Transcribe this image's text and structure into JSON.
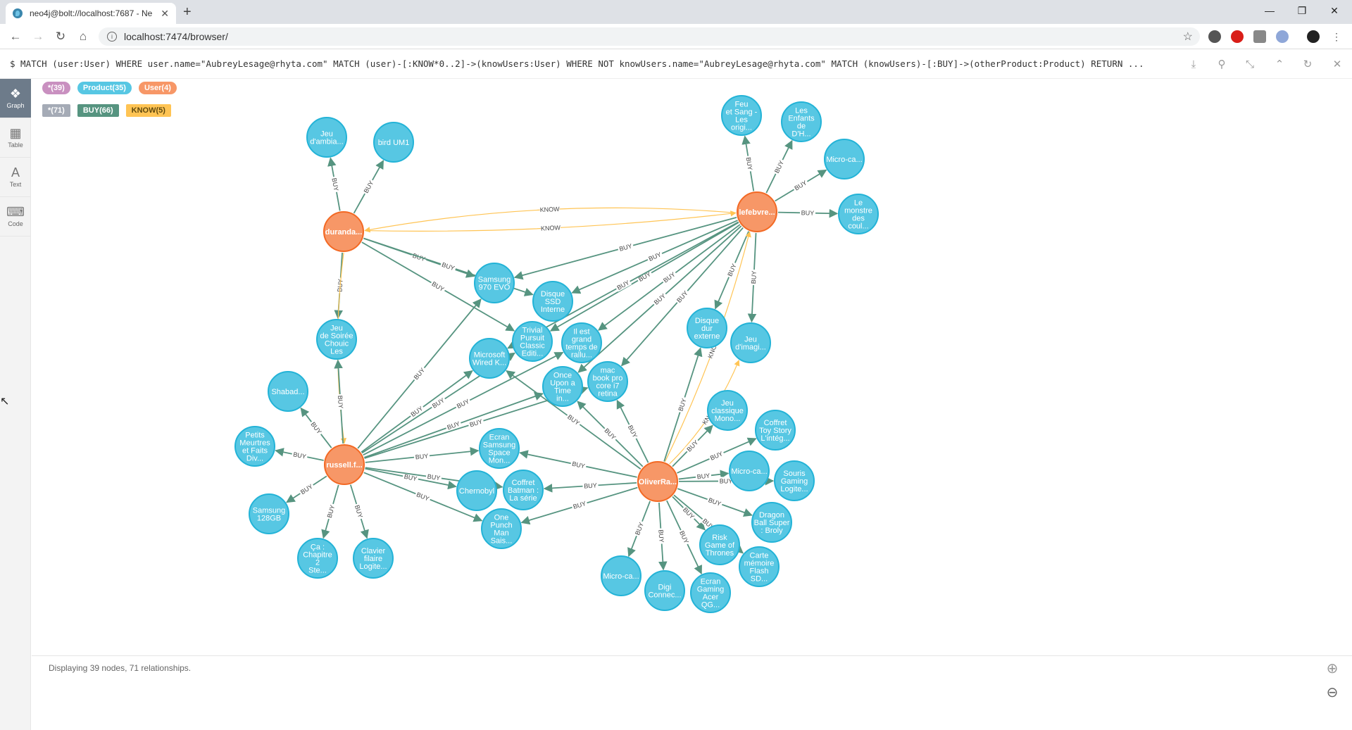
{
  "browser": {
    "tab_title": "neo4j@bolt://localhost:7687 - Ne",
    "url": "localhost:7474/browser/"
  },
  "query": "$ MATCH (user:User) WHERE user.name=\"AubreyLesage@rhyta.com\" MATCH (user)-[:KNOW*0..2]->(knowUsers:User) WHERE NOT knowUsers.name=\"AubreyLesage@rhyta.com\" MATCH (knowUsers)-[:BUY]->(otherProduct:Product) RETURN ...",
  "sidebar": [
    {
      "label": "Graph",
      "icon": "graph-icon",
      "active": true
    },
    {
      "label": "Table",
      "icon": "table-icon",
      "active": false
    },
    {
      "label": "Text",
      "icon": "text-icon",
      "active": false
    },
    {
      "label": "Code",
      "icon": "code-icon",
      "active": false
    }
  ],
  "node_legend": [
    {
      "label": "*(39)",
      "color": "#c990c0"
    },
    {
      "label": "Product(35)",
      "color": "#57c7e3"
    },
    {
      "label": "User(4)",
      "color": "#f79767"
    }
  ],
  "rel_legend": [
    {
      "label": "*(71)",
      "color": "#a5abb6"
    },
    {
      "label": "BUY(66)",
      "color": "#569480"
    },
    {
      "label": "KNOW(5)",
      "color": "#ffc454",
      "dark": true
    }
  ],
  "colors": {
    "product": "#57c7e3",
    "product_stroke": "#23b3d7",
    "user": "#f79767",
    "user_stroke": "#f36924",
    "buy": "#569480",
    "know": "#ffc454"
  },
  "status": "Displaying 39 nodes, 71 relationships.",
  "graph": {
    "nodes": [
      {
        "id": "durand",
        "type": "user",
        "label": [
          "duranda..."
        ]
      },
      {
        "id": "lefebvre",
        "type": "user",
        "label": [
          "lefebvre..."
        ]
      },
      {
        "id": "russell",
        "type": "user",
        "label": [
          "russell.f..."
        ]
      },
      {
        "id": "oliver",
        "type": "user",
        "label": [
          "OliverRa..."
        ]
      },
      {
        "id": "jeuamb",
        "type": "product",
        "label": [
          "Jeu",
          "d'ambia..."
        ]
      },
      {
        "id": "bird",
        "type": "product",
        "label": [
          "bird UM1"
        ]
      },
      {
        "id": "feu",
        "type": "product",
        "label": [
          "Feu",
          "et Sang -",
          "Les",
          "origi..."
        ]
      },
      {
        "id": "enfants",
        "type": "product",
        "label": [
          "Les",
          "Enfants",
          "de",
          "D'H..."
        ]
      },
      {
        "id": "micro1",
        "type": "product",
        "label": [
          "Micro-ca..."
        ]
      },
      {
        "id": "monstre",
        "type": "product",
        "label": [
          "Le",
          "monstre",
          "des",
          "coul..."
        ]
      },
      {
        "id": "samsung970",
        "type": "product",
        "label": [
          "Samsung",
          "970 EVO"
        ]
      },
      {
        "id": "ssd",
        "type": "product",
        "label": [
          "Disque",
          "SSD",
          "Interne"
        ]
      },
      {
        "id": "jeusoiree",
        "type": "product",
        "label": [
          "Jeu",
          "de Soirée",
          "Chouic",
          "Les"
        ]
      },
      {
        "id": "trivial",
        "type": "product",
        "label": [
          "Trivial",
          "Pursuit",
          "Classic",
          "Editi..."
        ]
      },
      {
        "id": "ilest",
        "type": "product",
        "label": [
          "Il est",
          "grand",
          "temps de",
          "rallu..."
        ]
      },
      {
        "id": "msk",
        "type": "product",
        "label": [
          "Microsoft",
          "Wired K..."
        ]
      },
      {
        "id": "disqueext",
        "type": "product",
        "label": [
          "Disque",
          "dur",
          "externe"
        ]
      },
      {
        "id": "jeuimag",
        "type": "product",
        "label": [
          "Jeu",
          "d'imagi..."
        ]
      },
      {
        "id": "once",
        "type": "product",
        "label": [
          "Once",
          "Upon a",
          "Time",
          "in..."
        ]
      },
      {
        "id": "macbook",
        "type": "product",
        "label": [
          "mac",
          "book pro",
          "core i7",
          "retina"
        ]
      },
      {
        "id": "shabad",
        "type": "product",
        "label": [
          "Shabad..."
        ]
      },
      {
        "id": "jeuclassique",
        "type": "product",
        "label": [
          "Jeu",
          "classique",
          "Mono..."
        ]
      },
      {
        "id": "toystory",
        "type": "product",
        "label": [
          "Coffret",
          "Toy Story",
          "L'intég..."
        ]
      },
      {
        "id": "petits",
        "type": "product",
        "label": [
          "Petits",
          "Meurtres",
          "et Faits",
          "Div..."
        ]
      },
      {
        "id": "ecransamsung",
        "type": "product",
        "label": [
          "Ecran",
          "Samsung",
          "Space",
          "Mon..."
        ]
      },
      {
        "id": "micro2",
        "type": "product",
        "label": [
          "Micro-ca..."
        ]
      },
      {
        "id": "souris",
        "type": "product",
        "label": [
          "Souris",
          "Gaming",
          "Logite..."
        ]
      },
      {
        "id": "chernobyl",
        "type": "product",
        "label": [
          "Chernobyl"
        ]
      },
      {
        "id": "batman",
        "type": "product",
        "label": [
          "Coffret",
          "Batman :",
          "La série"
        ]
      },
      {
        "id": "samsung128",
        "type": "product",
        "label": [
          "Samsung",
          "128GB"
        ]
      },
      {
        "id": "dragon",
        "type": "product",
        "label": [
          "Dragon",
          "Ball Super",
          ": Broly"
        ]
      },
      {
        "id": "onepunch",
        "type": "product",
        "label": [
          "One",
          "Punch",
          "Man",
          "Sais..."
        ]
      },
      {
        "id": "risk",
        "type": "product",
        "label": [
          "Risk",
          "Game of",
          "Thrones"
        ]
      },
      {
        "id": "chapitre",
        "type": "product",
        "label": [
          "Ça :",
          "Chapitre",
          "2",
          "Ste..."
        ]
      },
      {
        "id": "clavier",
        "type": "product",
        "label": [
          "Clavier",
          "filaire",
          "Logite..."
        ]
      },
      {
        "id": "carte",
        "type": "product",
        "label": [
          "Carte",
          "mémoire",
          "Flash",
          "SD..."
        ]
      },
      {
        "id": "micro3",
        "type": "product",
        "label": [
          "Micro-ca..."
        ]
      },
      {
        "id": "digi",
        "type": "product",
        "label": [
          "Digi",
          "Connec..."
        ]
      },
      {
        "id": "ecrangaming",
        "type": "product",
        "label": [
          "Ecran",
          "Gaming",
          "Acer",
          "QG..."
        ]
      }
    ],
    "edges": [
      {
        "from": "durand",
        "to": "jeuamb",
        "type": "BUY"
      },
      {
        "from": "durand",
        "to": "bird",
        "type": "BUY"
      },
      {
        "from": "durand",
        "to": "jeusoiree",
        "type": "BUY"
      },
      {
        "from": "durand",
        "to": "samsung970",
        "type": "BUY"
      },
      {
        "from": "durand",
        "to": "ssd",
        "type": "BUY"
      },
      {
        "from": "durand",
        "to": "trivial",
        "type": "BUY"
      },
      {
        "from": "durand",
        "to": "lefebvre",
        "type": "KNOW"
      },
      {
        "from": "lefebvre",
        "to": "durand",
        "type": "KNOW"
      },
      {
        "from": "durand",
        "to": "russell",
        "type": "KNOW"
      },
      {
        "from": "lefebvre",
        "to": "feu",
        "type": "BUY"
      },
      {
        "from": "lefebvre",
        "to": "enfants",
        "type": "BUY"
      },
      {
        "from": "lefebvre",
        "to": "micro1",
        "type": "BUY"
      },
      {
        "from": "lefebvre",
        "to": "monstre",
        "type": "BUY"
      },
      {
        "from": "lefebvre",
        "to": "samsung970",
        "type": "BUY"
      },
      {
        "from": "lefebvre",
        "to": "ssd",
        "type": "BUY"
      },
      {
        "from": "lefebvre",
        "to": "trivial",
        "type": "BUY"
      },
      {
        "from": "lefebvre",
        "to": "ilest",
        "type": "BUY"
      },
      {
        "from": "lefebvre",
        "to": "msk",
        "type": "BUY"
      },
      {
        "from": "lefebvre",
        "to": "disqueext",
        "type": "BUY"
      },
      {
        "from": "lefebvre",
        "to": "jeuimag",
        "type": "BUY"
      },
      {
        "from": "lefebvre",
        "to": "once",
        "type": "BUY"
      },
      {
        "from": "lefebvre",
        "to": "macbook",
        "type": "BUY"
      },
      {
        "from": "oliver",
        "to": "lefebvre",
        "type": "KNOW"
      },
      {
        "from": "oliver",
        "to": "jeuimag",
        "type": "KNOW"
      },
      {
        "from": "russell",
        "to": "jeusoiree",
        "type": "BUY"
      },
      {
        "from": "russell",
        "to": "shabad",
        "type": "BUY"
      },
      {
        "from": "russell",
        "to": "petits",
        "type": "BUY"
      },
      {
        "from": "russell",
        "to": "samsung128",
        "type": "BUY"
      },
      {
        "from": "russell",
        "to": "chapitre",
        "type": "BUY"
      },
      {
        "from": "russell",
        "to": "clavier",
        "type": "BUY"
      },
      {
        "from": "russell",
        "to": "ecransamsung",
        "type": "BUY"
      },
      {
        "from": "russell",
        "to": "chernobyl",
        "type": "BUY"
      },
      {
        "from": "russell",
        "to": "batman",
        "type": "BUY"
      },
      {
        "from": "russell",
        "to": "onepunch",
        "type": "BUY"
      },
      {
        "from": "russell",
        "to": "samsung970",
        "type": "BUY"
      },
      {
        "from": "russell",
        "to": "msk",
        "type": "BUY"
      },
      {
        "from": "russell",
        "to": "trivial",
        "type": "BUY"
      },
      {
        "from": "russell",
        "to": "ilest",
        "type": "BUY"
      },
      {
        "from": "russell",
        "to": "once",
        "type": "BUY"
      },
      {
        "from": "russell",
        "to": "macbook",
        "type": "BUY"
      },
      {
        "from": "oliver",
        "to": "ecransamsung",
        "type": "BUY"
      },
      {
        "from": "oliver",
        "to": "batman",
        "type": "BUY"
      },
      {
        "from": "oliver",
        "to": "onepunch",
        "type": "BUY"
      },
      {
        "from": "oliver",
        "to": "msk",
        "type": "BUY"
      },
      {
        "from": "oliver",
        "to": "once",
        "type": "BUY"
      },
      {
        "from": "oliver",
        "to": "macbook",
        "type": "BUY"
      },
      {
        "from": "oliver",
        "to": "disqueext",
        "type": "BUY"
      },
      {
        "from": "oliver",
        "to": "jeuclassique",
        "type": "BUY"
      },
      {
        "from": "oliver",
        "to": "toystory",
        "type": "BUY"
      },
      {
        "from": "oliver",
        "to": "micro2",
        "type": "BUY"
      },
      {
        "from": "oliver",
        "to": "souris",
        "type": "BUY"
      },
      {
        "from": "oliver",
        "to": "dragon",
        "type": "BUY"
      },
      {
        "from": "oliver",
        "to": "risk",
        "type": "BUY"
      },
      {
        "from": "oliver",
        "to": "carte",
        "type": "BUY"
      },
      {
        "from": "oliver",
        "to": "micro3",
        "type": "BUY"
      },
      {
        "from": "oliver",
        "to": "digi",
        "type": "BUY"
      },
      {
        "from": "oliver",
        "to": "ecrangaming",
        "type": "BUY"
      }
    ]
  }
}
